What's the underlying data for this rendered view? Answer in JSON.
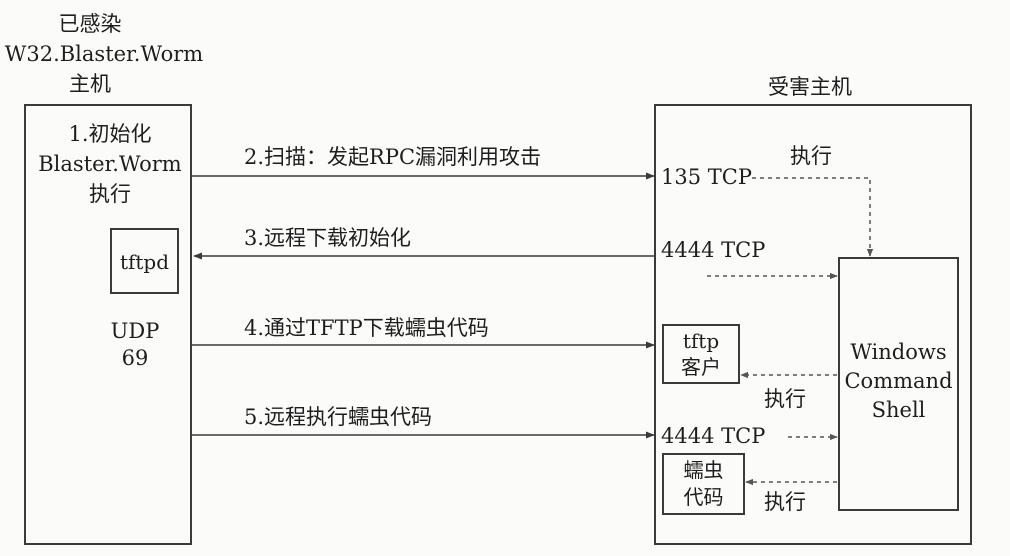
{
  "infected_host": {
    "title_lines": [
      "已感染",
      "W32.Blaster.Worm",
      "主机"
    ],
    "step1_lines": [
      "1.初始化",
      "Blaster.Worm",
      "执行"
    ],
    "tftpd_label": "tftpd",
    "udp_lines": [
      "UDP",
      "69"
    ]
  },
  "victim_host": {
    "title": "受害主机",
    "port_135": "135 TCP",
    "port_4444_a": "4444 TCP",
    "port_4444_b": "4444 TCP",
    "tftp_client_lines": [
      "tftp",
      "客户"
    ],
    "worm_code_lines": [
      "蠕虫",
      "代码"
    ],
    "shell_lines": [
      "Windows",
      "Command",
      "Shell"
    ],
    "exec_label_1": "执行",
    "exec_label_2": "执行",
    "exec_label_3": "执行"
  },
  "arrows": {
    "step2": "2.扫描：发起RPC漏洞利用攻击",
    "step3": "3.远程下载初始化",
    "step4": "4.通过TFTP下载蠕虫代码",
    "step5": "5.远程执行蠕虫代码"
  },
  "colors": {
    "line": "#3a3a3a",
    "dashed": "#555555",
    "text": "#1e1e1e",
    "background": "#fbfbf9"
  }
}
